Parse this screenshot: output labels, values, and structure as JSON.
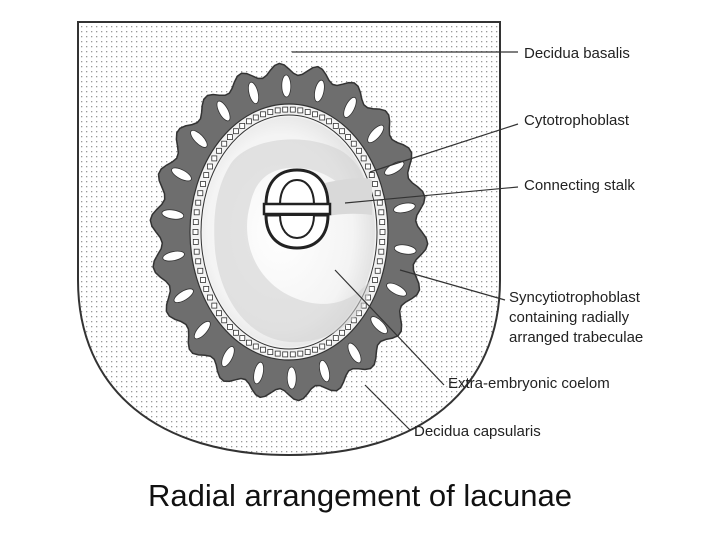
{
  "labels": {
    "decidua_basalis": "Decidua basalis",
    "cytotrophoblast": "Cytotrophoblast",
    "connecting_stalk": "Connecting stalk",
    "syncytiotrophoblast_1": "Syncytiotrophoblast",
    "syncytiotrophoblast_2": "containing radially",
    "syncytiotrophoblast_3": "arranged trabeculae",
    "extra_embryonic_coelom": "Extra-embryonic coelom",
    "decidua_capsularis": "Decidua capsularis"
  },
  "caption": "Radial arrangement of lacunae",
  "colors": {
    "syncytiotrophoblast": "#6e6e6e",
    "coelom": "#ececec",
    "stipple": "#9a9a9a",
    "line": "#333333"
  }
}
